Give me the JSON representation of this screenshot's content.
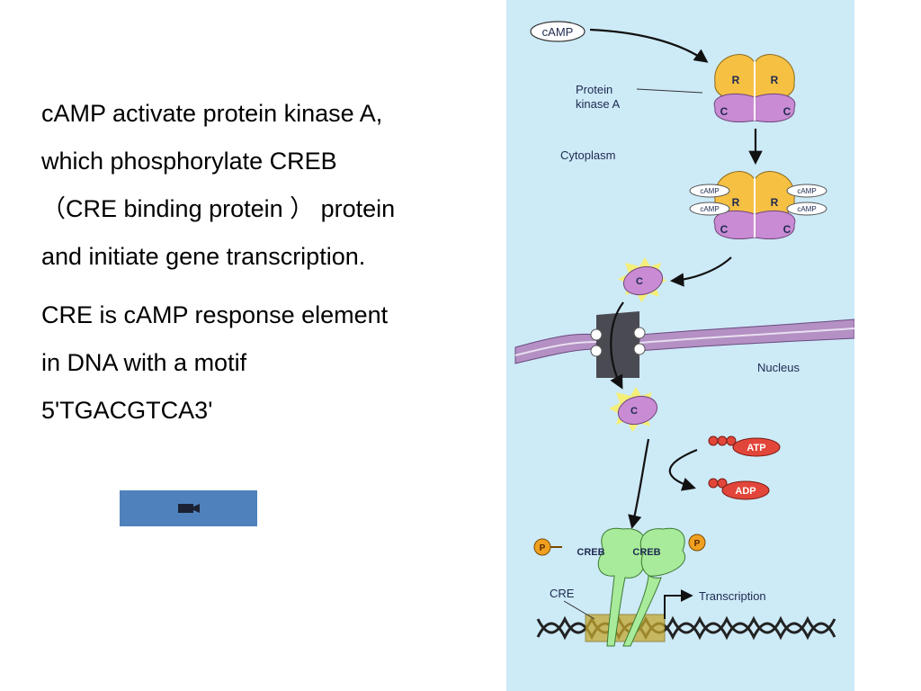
{
  "text": {
    "paragraph1_lines": [
      "cAMP activate protein kinase A,",
      "which phosphorylate CREB",
      "（CRE binding protein ） protein",
      "and initiate gene transcription."
    ],
    "paragraph2_lines": [
      "CRE is cAMP response element",
      "in DNA with a motif",
      "5'TGACGTCA3'"
    ]
  },
  "media_button": {
    "icon": "camera-icon",
    "color": "#4f81bd"
  },
  "diagram": {
    "background_color": "#cdeaf7",
    "camp": "cAMP",
    "pka_label_line1": "Protein",
    "pka_label_line2": "kinase A",
    "cytoplasm": "Cytoplasm",
    "nucleus": "Nucleus",
    "subunit_r": "R",
    "subunit_c": "C",
    "camp_bound": [
      "cAMP",
      "cAMP",
      "cAMP",
      "cAMP"
    ],
    "atp": "ATP",
    "adp": "ADP",
    "creb_left": "CREB",
    "creb_right": "CREB",
    "phosphate": "P",
    "cre": "CRE",
    "transcription": "Transcription",
    "colors": {
      "regulatory": "#f6c043",
      "catalytic": "#c98bd3",
      "creb": "#a8eb9a",
      "atp_adp": "#e2463a",
      "phosphate": "#f0a020"
    }
  }
}
